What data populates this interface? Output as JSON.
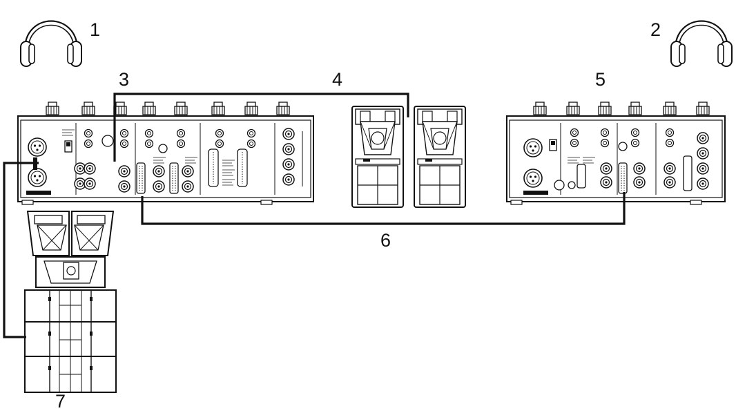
{
  "labels": {
    "headphones_left": "1",
    "headphones_right": "2",
    "cable_booth": "3",
    "booth_monitors": "4",
    "mixer_right": "5",
    "link_cable": "6",
    "main_speakers": "7"
  }
}
